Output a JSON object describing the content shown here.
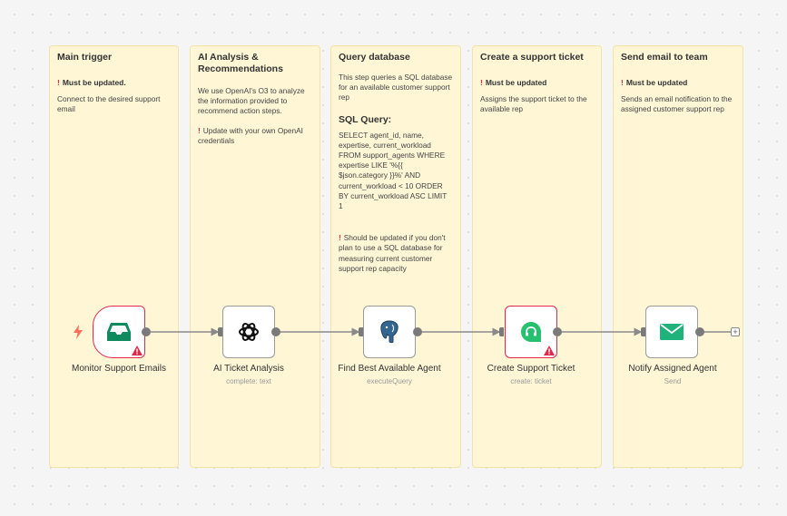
{
  "notes": [
    {
      "title": "Main trigger",
      "warn": "Must be updated.",
      "body": "Connect to the desired support email"
    },
    {
      "title": "AI Analysis & Recommendations",
      "body": "We use OpenAI's O3 to analyze the information provided to recommend action steps.",
      "warn_body": "Update with your own OpenAI credentials"
    },
    {
      "title": "Query database",
      "body": "This step queries a SQL database for an available customer support rep",
      "sql_heading": "SQL Query:",
      "sql": "SELECT agent_id, name, expertise, current_workload FROM support_agents WHERE expertise LIKE '%{{ $json.category }}%' AND current_workload < 10 ORDER BY current_workload ASC LIMIT 1",
      "warn_body": "Should be updated if you don't plan to use a SQL database for measuring current customer support rep capacity"
    },
    {
      "title": "Create a support ticket",
      "warn": "Must be updated",
      "body": "Assigns the support ticket to the available rep"
    },
    {
      "title": "Send email to team",
      "warn": "Must be updated",
      "body": "Sends an email notification to the assigned customer support rep"
    }
  ],
  "nodes": [
    {
      "name": "Monitor Support Emails",
      "sub": "",
      "icon": "inbox-icon",
      "color": "#0f8a5f",
      "error": true
    },
    {
      "name": "AI Ticket Analysis",
      "sub": "complete: text",
      "icon": "openai-icon",
      "color": "#111111",
      "error": false
    },
    {
      "name": "Find Best Available Agent",
      "sub": "executeQuery",
      "icon": "postgres-icon",
      "color": "#336791",
      "error": false
    },
    {
      "name": "Create Support Ticket",
      "sub": "create: ticket",
      "icon": "freshdesk-icon",
      "color": "#25c16f",
      "error": true
    },
    {
      "name": "Notify Assigned Agent",
      "sub": "Send",
      "icon": "email-icon",
      "color": "#1fb27a",
      "error": false
    }
  ],
  "colors": {
    "warning": "#e0294a",
    "note_bg": "#fff6d6",
    "connector": "#8a8a8a"
  }
}
